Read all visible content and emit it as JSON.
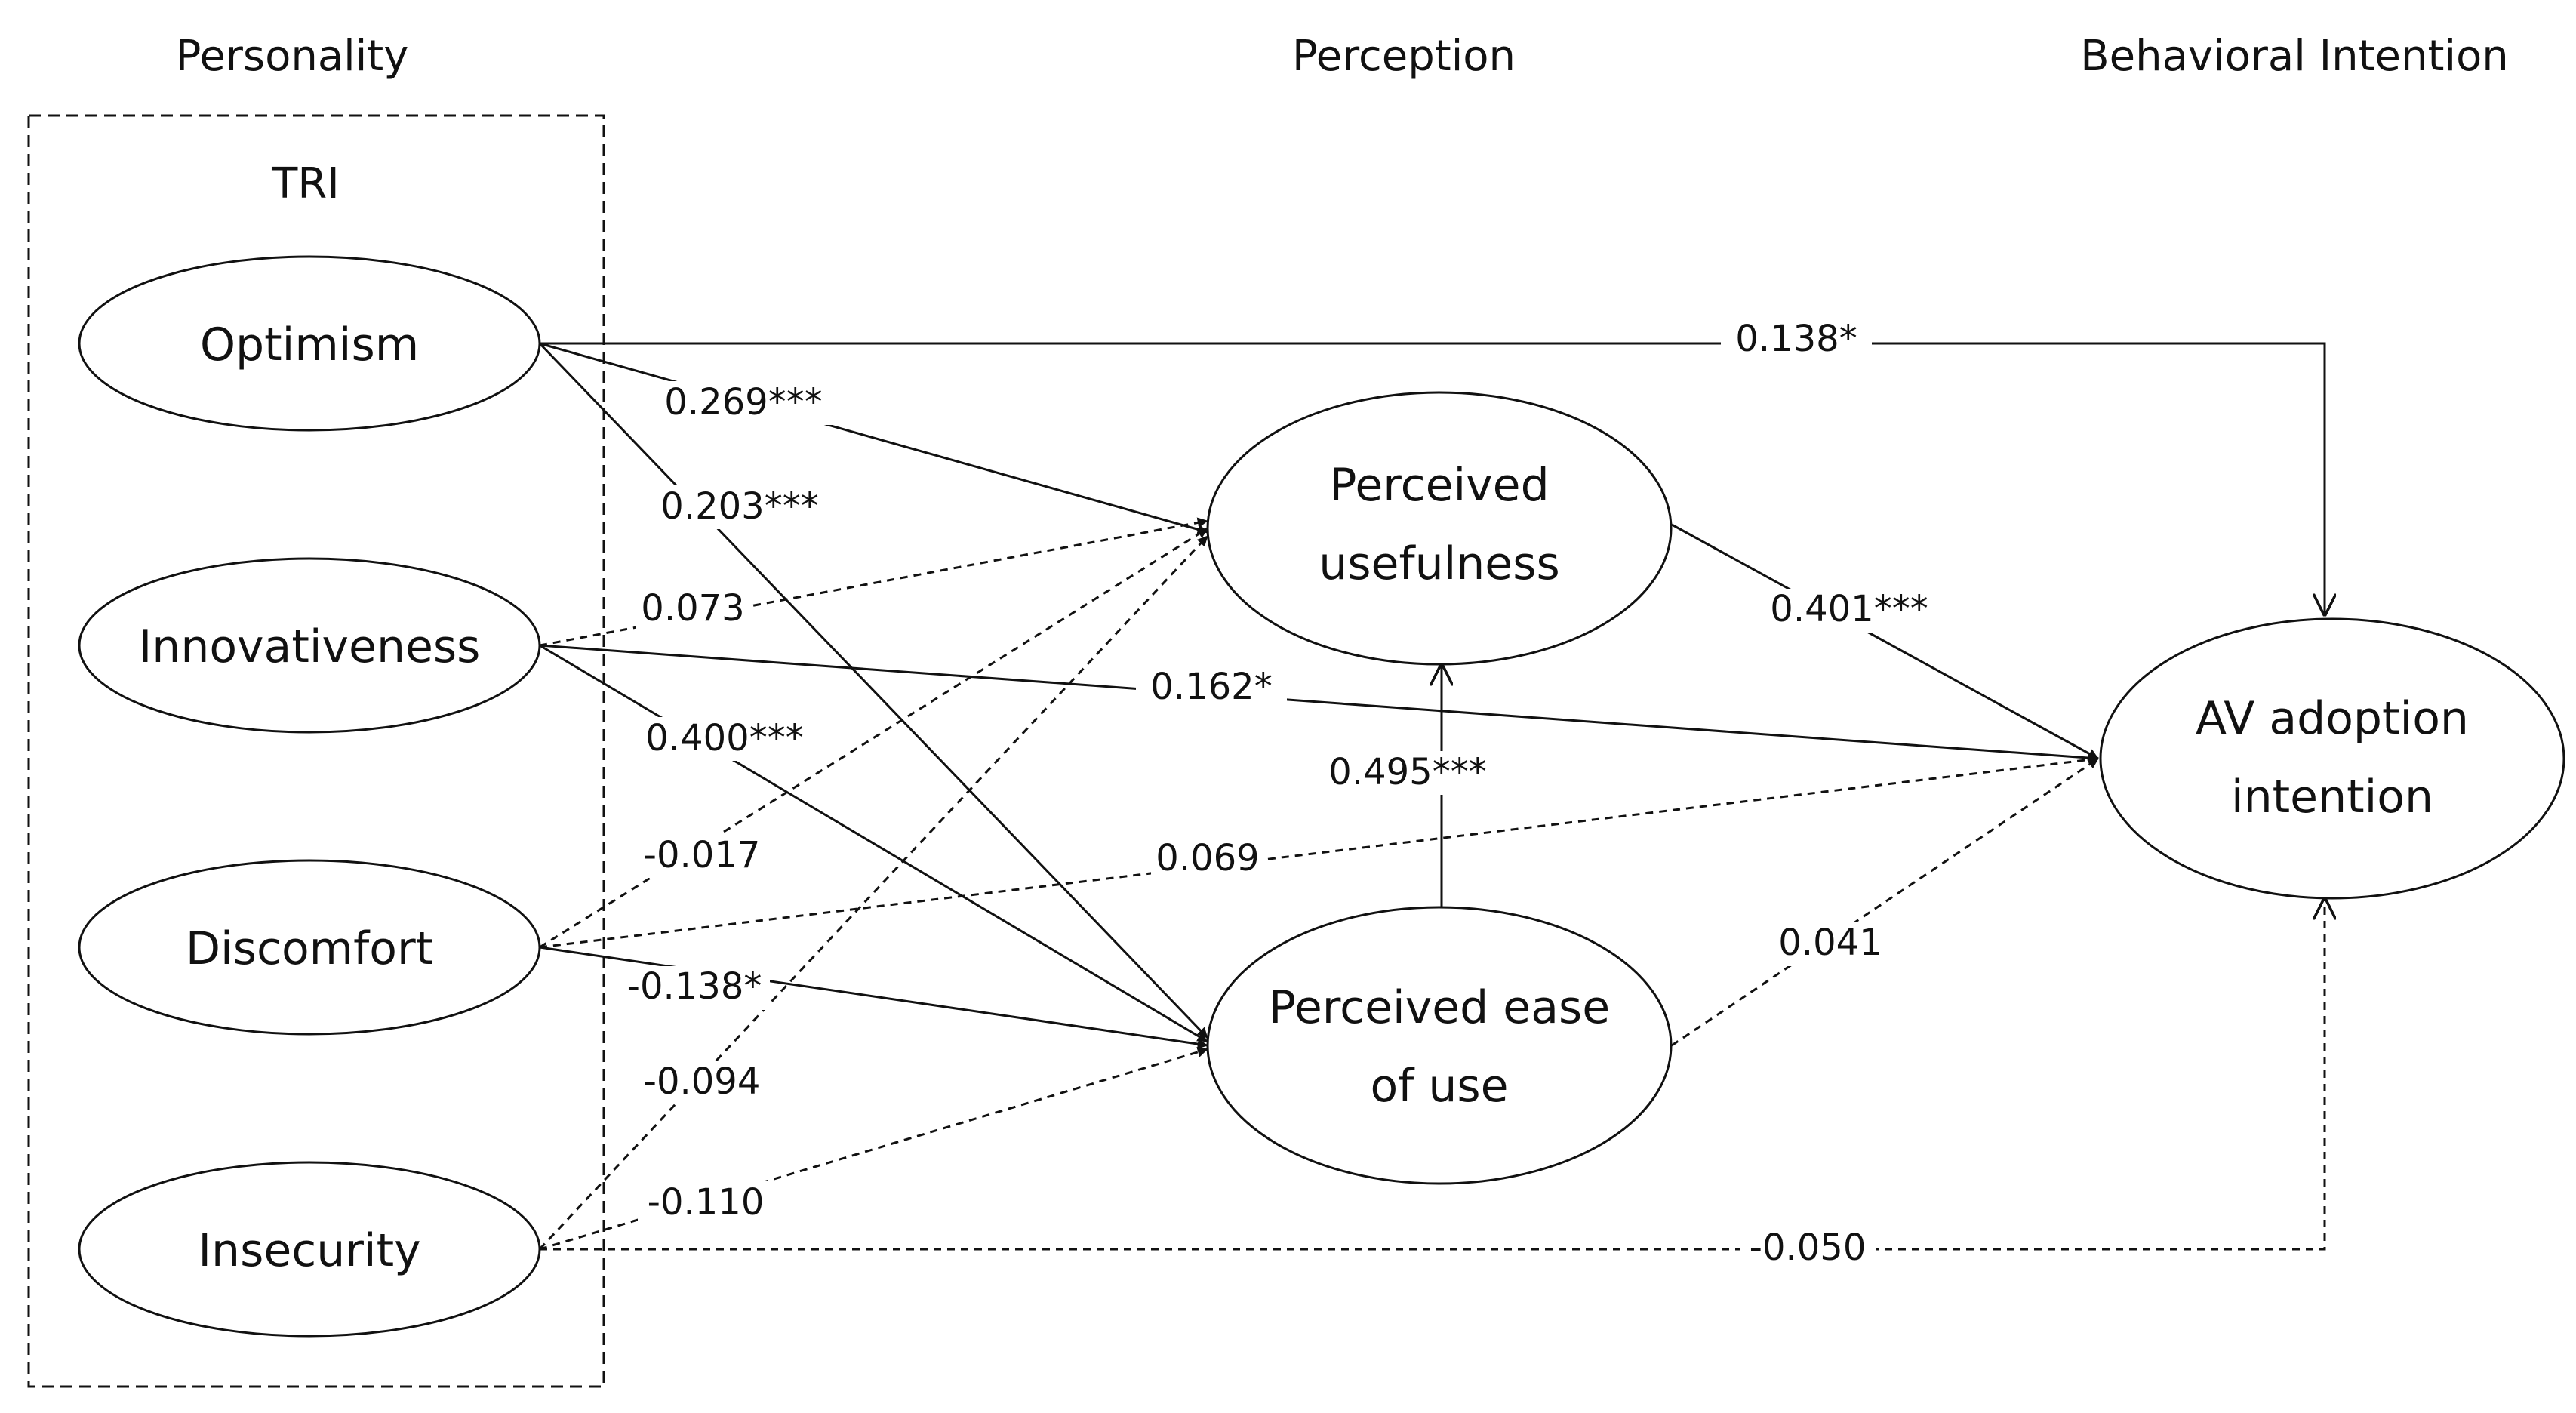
{
  "headers": {
    "personality": "Personality",
    "perception": "Perception",
    "behavioral": "Behavioral Intention"
  },
  "group_label": "TRI",
  "nodes": {
    "optimism": "Optimism",
    "innovativeness": "Innovativeness",
    "discomfort": "Discomfort",
    "insecurity": "Insecurity",
    "pu_line1": "Perceived",
    "pu_line2": "usefulness",
    "peou_line1": "Perceived ease",
    "peou_line2": "of use",
    "av_line1": "AV adoption",
    "av_line2": "intention"
  },
  "paths": [
    {
      "from": "Optimism",
      "to": "AV adoption intention",
      "coef": "0.138*",
      "significant": true
    },
    {
      "from": "Optimism",
      "to": "Perceived usefulness",
      "coef": "0.269***",
      "significant": true
    },
    {
      "from": "Optimism",
      "to": "Perceived ease of use",
      "coef": "0.203***",
      "significant": true
    },
    {
      "from": "Innovativeness",
      "to": "Perceived usefulness",
      "coef": "0.073",
      "significant": false
    },
    {
      "from": "Innovativeness",
      "to": "AV adoption intention",
      "coef": "0.162*",
      "significant": true
    },
    {
      "from": "Innovativeness",
      "to": "Perceived ease of use",
      "coef": "0.400***",
      "significant": true
    },
    {
      "from": "Discomfort",
      "to": "Perceived usefulness",
      "coef": "-0.017",
      "significant": false
    },
    {
      "from": "Discomfort",
      "to": "AV adoption intention",
      "coef": "0.069",
      "significant": false
    },
    {
      "from": "Discomfort",
      "to": "Perceived ease of use",
      "coef": "-0.138*",
      "significant": true
    },
    {
      "from": "Insecurity",
      "to": "Perceived usefulness",
      "coef": "-0.094",
      "significant": false
    },
    {
      "from": "Insecurity",
      "to": "Perceived ease of use",
      "coef": "-0.110",
      "significant": false
    },
    {
      "from": "Insecurity",
      "to": "AV adoption intention",
      "coef": "-0.050",
      "significant": false
    },
    {
      "from": "Perceived ease of use",
      "to": "Perceived usefulness",
      "coef": "0.495***",
      "significant": true
    },
    {
      "from": "Perceived usefulness",
      "to": "AV adoption intention",
      "coef": "0.401***",
      "significant": true
    },
    {
      "from": "Perceived ease of use",
      "to": "AV adoption intention",
      "coef": "0.041",
      "significant": false
    }
  ],
  "colors": {
    "stroke": "#111111",
    "background": "#ffffff"
  }
}
